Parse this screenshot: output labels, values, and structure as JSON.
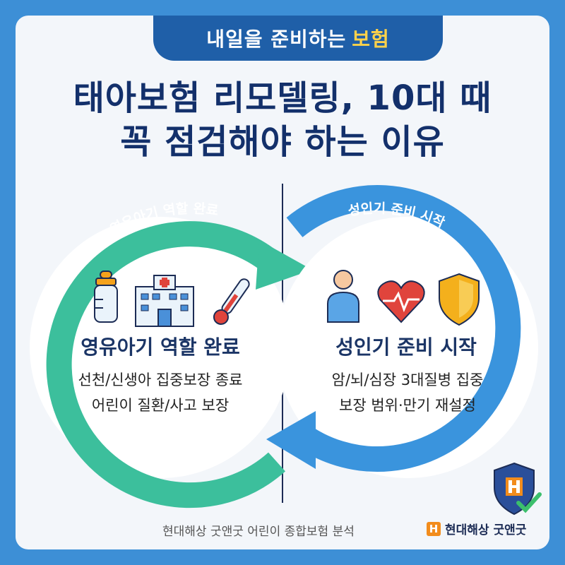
{
  "banner": {
    "text": "내일을 준비하는",
    "highlight": "보험"
  },
  "headline": {
    "line1": "태아보험 리모델링, 10대 때",
    "line2": "꼭 점검해야 하는 이유"
  },
  "left": {
    "arc_label": "영유아기 역할 완료",
    "title": "영유아기 역할 완료",
    "lines": [
      "선천/신생아 집중보장 종료",
      "어린이 질환/사고 보장"
    ],
    "icons": [
      "baby-bottle-icon",
      "hospital-icon",
      "thermometer-icon"
    ]
  },
  "right": {
    "arc_label": "성인기 준비 시작",
    "title": "성인기 준비 시작",
    "lines": [
      "암/뇌/심장 3대질병 집중",
      "보장 범위·만기 재설정"
    ],
    "icons": [
      "person-icon",
      "heart-pulse-icon",
      "shield-icon"
    ]
  },
  "footer": {
    "source": "현대해상 굿앤굿 어린이 종합보험 분석",
    "brand": "현대해상 굿앤굿",
    "brand_mark": "H"
  },
  "colors": {
    "frame": "#3d8fd6",
    "banner": "#1f5fa8",
    "headline": "#13306b",
    "teal": "#3cbf9c",
    "blue": "#3a94dd",
    "accent": "#ffd24a"
  }
}
